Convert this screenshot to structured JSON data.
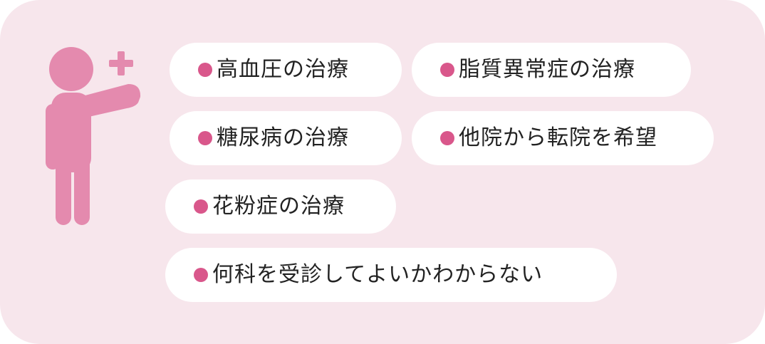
{
  "colors": {
    "panel_background": "#f7e6ec",
    "pill_background": "#ffffff",
    "bullet": "#d9578b",
    "figure": "#e48aae",
    "text": "#222222"
  },
  "icons": {
    "figure": "person-with-medical-cross-icon",
    "bullet": "bullet-dot-icon"
  },
  "items": [
    {
      "label": "高血圧の治療"
    },
    {
      "label": "脂質異常症の治療"
    },
    {
      "label": "糖尿病の治療"
    },
    {
      "label": "他院から転院を希望"
    },
    {
      "label": "花粉症の治療"
    },
    {
      "label": "何科を受診してよいかわからない"
    }
  ]
}
